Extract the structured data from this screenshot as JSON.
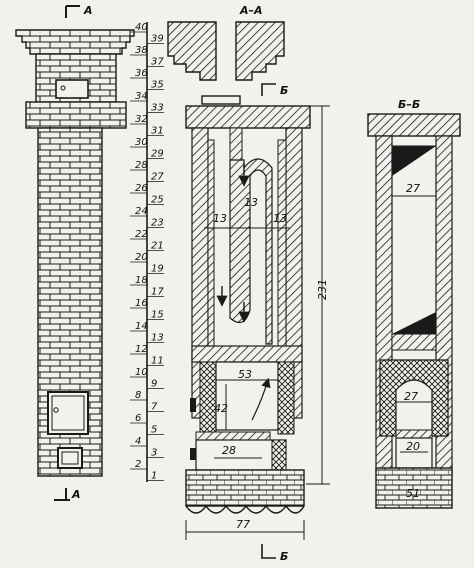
{
  "sections": {
    "front_label": "А",
    "section_aa": "А–А",
    "section_bb": "Б–Б",
    "arrow_b": "Б",
    "arrow_a_bottom": "А",
    "arrow_b_bottom": "Б"
  },
  "row_scale": {
    "left_column": [
      "40",
      "38",
      "36",
      "34",
      "32",
      "30",
      "28",
      "26",
      "24",
      "22",
      "20",
      "18",
      "16",
      "14",
      "12",
      "10",
      "8",
      "6",
      "4",
      "2"
    ],
    "right_column": [
      "39",
      "37",
      "35",
      "33",
      "31",
      "29",
      "27",
      "25",
      "23",
      "21",
      "19",
      "17",
      "15",
      "13",
      "11",
      "9",
      "7",
      "5",
      "3",
      "1"
    ]
  },
  "dimensions": {
    "channel_left": "13",
    "channel_mid": "13",
    "channel_right": "13",
    "firebox_width": "53",
    "firebox_height": "42",
    "ash_pit": "28",
    "total_height": "231",
    "base_width": "77",
    "bb_inner_top": "27",
    "bb_inner_mid": "27",
    "bb_ash": "20",
    "bb_base": "51"
  },
  "colors": {
    "ink": "#1a1a1a",
    "paper": "#f3f1ec",
    "brick_fill": "#f3f1ec"
  }
}
